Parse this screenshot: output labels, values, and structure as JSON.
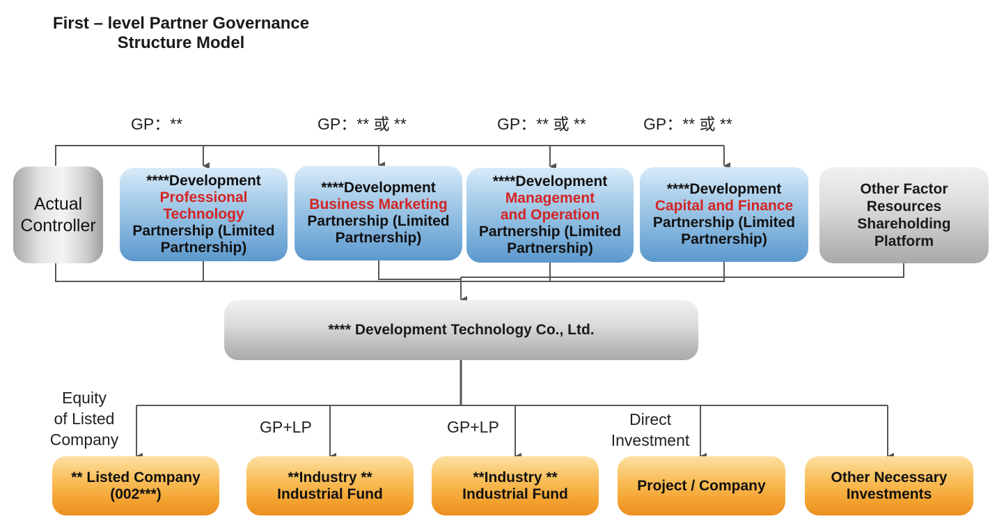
{
  "title": {
    "line1": "First – level Partner Governance",
    "line2": "Structure Model"
  },
  "gp_labels": [
    "GP：**",
    "GP：** 或 **",
    "GP：** 或 **",
    "GP：** 或 **"
  ],
  "shareholders": {
    "actual_controller": {
      "line1": "Actual",
      "line2": "Controller"
    },
    "partnership_1": {
      "prefix": "****Development",
      "highlight1": "Professional",
      "highlight2": "Technology",
      "suffix1": "Partnership (Limited",
      "suffix2": "Partnership)"
    },
    "partnership_2": {
      "prefix": "****Development",
      "highlight1": "Business Marketing",
      "suffix1": "Partnership (Limited",
      "suffix2": "Partnership)"
    },
    "partnership_3": {
      "prefix": "****Development",
      "highlight1": "Management",
      "highlight2": "and Operation",
      "suffix1": "Partnership (Limited",
      "suffix2": "Partnership)"
    },
    "partnership_4": {
      "prefix": "****Development",
      "highlight1": "Capital and Finance",
      "suffix1": "Partnership (Limited",
      "suffix2": "Partnership)"
    },
    "other_platform": {
      "line1": "Other Factor",
      "line2": "Resources",
      "line3": "Shareholding",
      "line4": "Platform"
    }
  },
  "company": {
    "name": "**** Development Technology Co., Ltd."
  },
  "investment_labels": {
    "equity": {
      "line1": "Equity",
      "line2": "of Listed",
      "line3": "Company"
    },
    "gp_lp_1": "GP+LP",
    "gp_lp_2": "GP+LP",
    "direct": {
      "line1": "Direct",
      "line2": "Investment"
    }
  },
  "investments": {
    "listed_company": {
      "line1": "** Listed Company",
      "line2": "(002***)"
    },
    "industry_fund_1": {
      "line1": "**Industry **",
      "line2": "Industrial Fund"
    },
    "industry_fund_2": {
      "line1": "**Industry **",
      "line2": "Industrial Fund"
    },
    "project_company": {
      "line1": "Project / Company"
    },
    "other_investments": {
      "line1": "Other Necessary",
      "line2": "Investments"
    }
  },
  "colors": {
    "highlight_red": "#d42424",
    "line": "#555555",
    "partnership_blue": "#7fb2dc",
    "investment_orange": "#f3a230",
    "neutral_gray": "#bdbdbd"
  }
}
